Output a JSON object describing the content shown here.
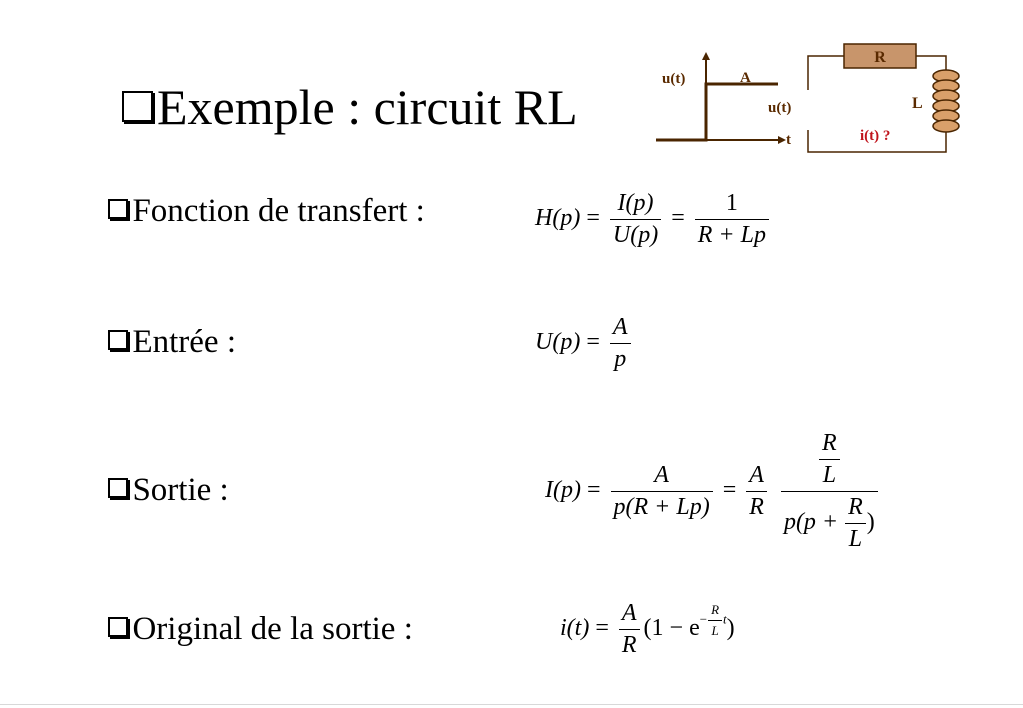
{
  "slide": {
    "title": "Exemple : circuit RL",
    "bullets": {
      "transfer": "Fonction de transfert :",
      "input": "Entrée :",
      "output": "Sortie :",
      "original": "Original de la sortie :"
    }
  },
  "step_graph": {
    "y_label": "u(t)",
    "x_label": "t",
    "level_label": "A"
  },
  "circuit": {
    "resistor_label": "R",
    "inductor_label": "L",
    "source_label": "u(t)",
    "current_label": "i(t) ?"
  },
  "equations": {
    "transfer": {
      "lhs": "H(p)",
      "frac1_num": "I(p)",
      "frac1_den": "U(p)",
      "frac2_num": "1",
      "frac2_den": "R + Lp"
    },
    "input": {
      "lhs": "U(p)",
      "num": "A",
      "den": "p"
    },
    "output": {
      "lhs": "I(p)",
      "frac1_num": "A",
      "frac1_den": "p(R + Lp)",
      "frac2_num": "A",
      "frac2_den": "R",
      "big_num_top": "R",
      "big_num_bottom": "L",
      "den_prefix": "p(p +",
      "den_frac_num": "R",
      "den_frac_den": "L",
      "den_suffix": ")"
    },
    "original": {
      "lhs": "i(t)",
      "num": "A",
      "den": "R",
      "paren_open": "(1 − e",
      "exp_sign": "−",
      "exp_num": "R",
      "exp_den": "L",
      "exp_var": "t",
      "paren_close": ")"
    }
  },
  "colors": {
    "diagram_stroke": "#4a2500",
    "resistor_fill": "#c8956b",
    "inductor_fill": "#d9a06a",
    "current_label": "#c0141c"
  }
}
